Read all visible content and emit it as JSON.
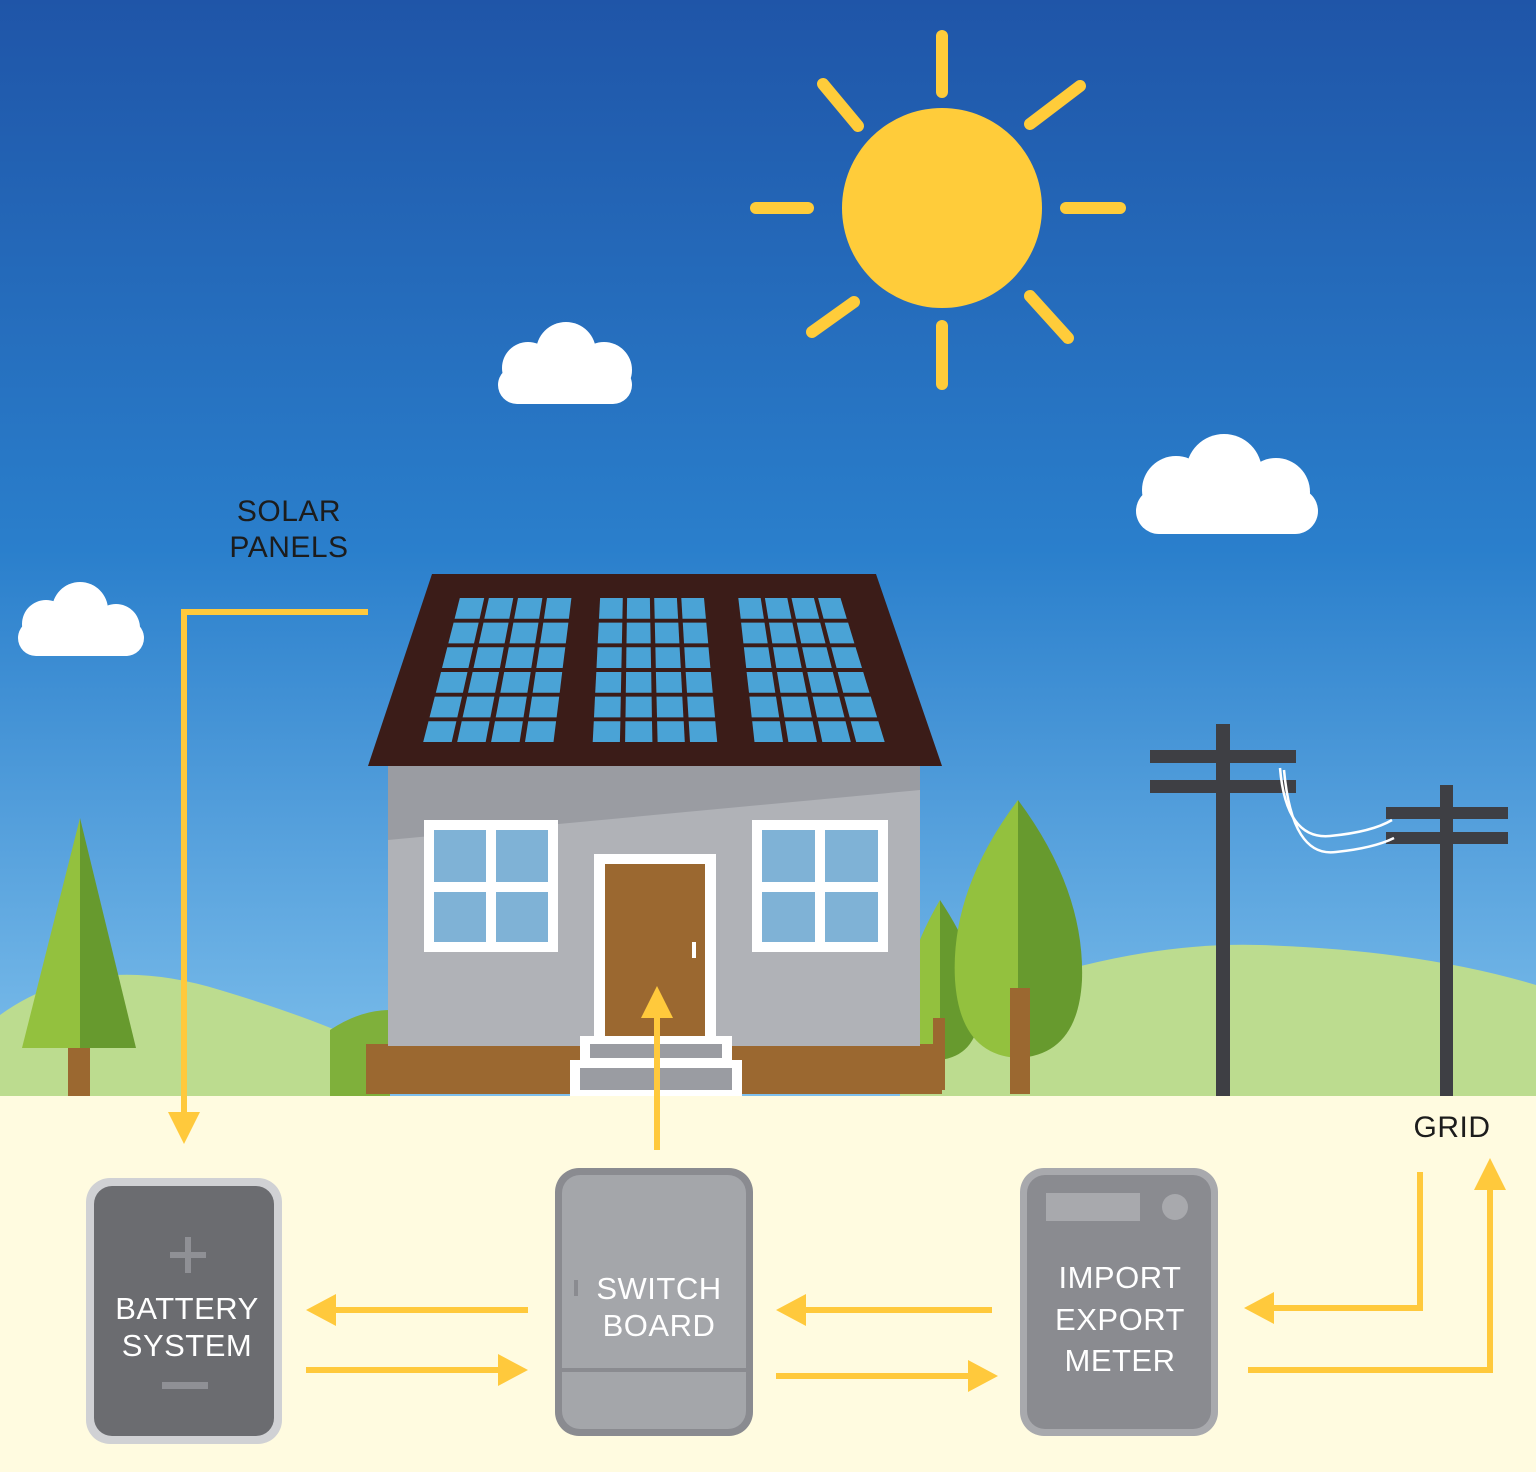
{
  "labels": {
    "solar_panels": [
      "SOLAR",
      "PANELS"
    ],
    "grid": "GRID",
    "battery_system": [
      "BATTERY",
      "SYSTEM"
    ],
    "switch_board": [
      "SWITCH",
      "BOARD"
    ],
    "import_export_meter": [
      "IMPORT",
      "EXPORT",
      "METER"
    ]
  },
  "colors": {
    "sky_top": "#1f55a8",
    "sky_bottom": "#7fc0ec",
    "sun": "#ffcc3a",
    "arrow": "#ffc93c",
    "ground": "#fffbe0",
    "roof": "#3b1c18",
    "panel_cell": "#4aa3d6",
    "wall": "#b0b2b7",
    "window": "#7fb2d6",
    "door": "#9b6830",
    "battery": "#6b6c70",
    "switch_board": "#a4a6aa",
    "meter": "#8a8b90",
    "tree_light": "#93c13e",
    "tree_dark": "#679a2e",
    "hill": "#bcdc8f"
  }
}
